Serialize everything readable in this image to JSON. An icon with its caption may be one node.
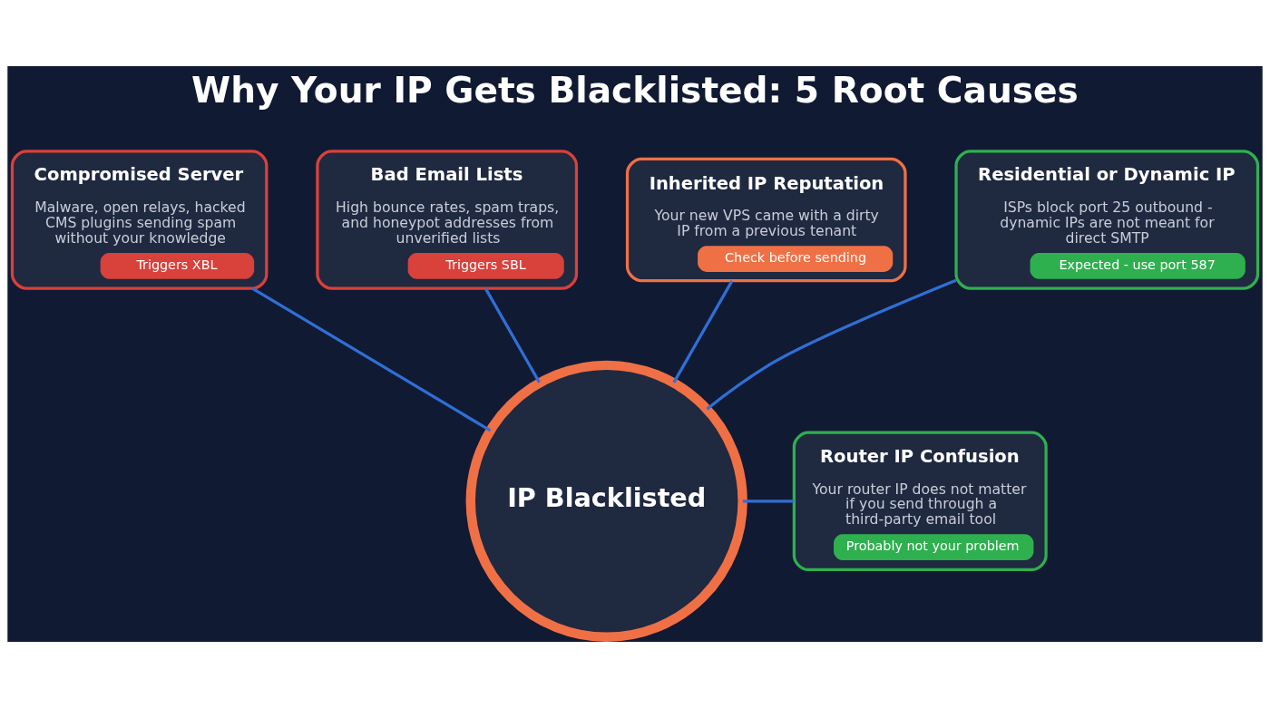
{
  "diagram": {
    "title": "Why Your IP Gets Blacklisted: 5 Root Causes",
    "nodes": [
      {
        "text": [
          "IP Blacklisted"
        ]
      },
      {
        "text": [
          "Compromised Server",
          "Malware, open relays, hacked CMS plugins sending spam without your knowledge",
          "Triggers XBL"
        ]
      },
      {
        "text": [
          "Bad Email Lists",
          "High bounce rates, spam traps, and honeypot addresses from unverified lists",
          "Triggers SBL"
        ]
      },
      {
        "text": [
          "Inherited IP Reputation",
          "Your new VPS came with a dirty IP from a previous tenant",
          "Check before sending"
        ]
      },
      {
        "text": [
          "Residential or Dynamic IP",
          "ISPs block port 25 outbound - dynamic IPs are not meant for direct SMTP",
          "Expected - use port 587"
        ]
      },
      {
        "text": [
          "Router IP Confusion",
          "Your router IP does not matter if you send through a third-party email tool",
          "Probably not your problem"
        ]
      }
    ],
    "edges": [
      {
        "from": 0,
        "to": 1,
        "arrow": "none"
      },
      {
        "from": 0,
        "to": 2,
        "arrow": "none"
      },
      {
        "from": 0,
        "to": 3,
        "arrow": "none"
      },
      {
        "from": 0,
        "to": 4,
        "arrow": "none"
      },
      {
        "from": 0,
        "to": 5,
        "arrow": "none"
      }
    ]
  }
}
